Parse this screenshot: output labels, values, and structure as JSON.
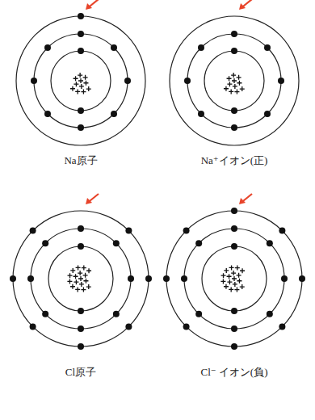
{
  "diagram": {
    "labels": [
      "Na原子",
      "Na⁺イオン(正)",
      "Cl原子",
      "Cl⁻ イオン(負)"
    ]
  }
}
